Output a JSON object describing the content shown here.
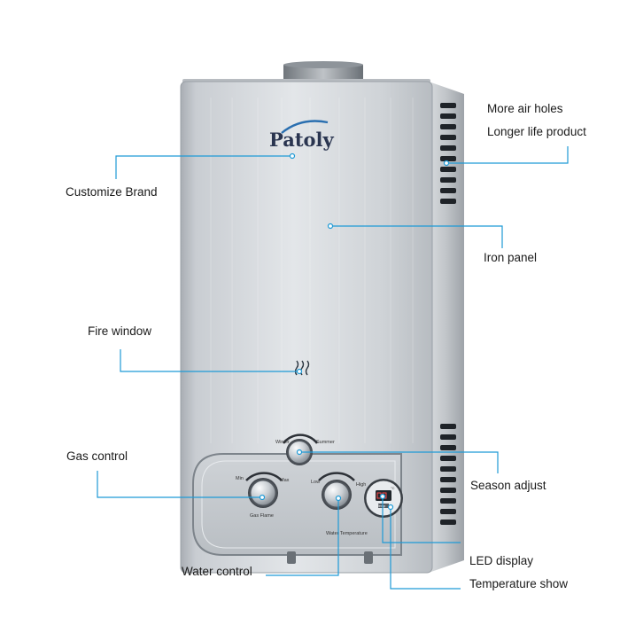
{
  "product": {
    "brand": "Patoly",
    "knob_labels": {
      "season_winter": "Winter",
      "season_summer": "Summer",
      "gas_min": "Min",
      "gas_max": "Max",
      "gas_caption": "Gas Flame",
      "water_low": "Low",
      "water_high": "High",
      "water_caption": "Water Temperature",
      "led_unit": "Temp",
      "led_unit_symbol": "°C"
    }
  },
  "callouts": {
    "more_air_holes": "More air holes",
    "longer_life": "Longer life product",
    "customize_brand": "Customize Brand",
    "iron_panel": "Iron panel",
    "fire_window": "Fire window",
    "gas_control": "Gas control",
    "season_adjust": "Season adjust",
    "water_control": "Water control",
    "led_display": "LED display",
    "temperature_show": "Temperature show"
  },
  "colors": {
    "callout_line": "#1e9ad6",
    "panel_light": "#e4e7ea",
    "panel_mid": "#c6cacf",
    "panel_dark": "#9ca2a8",
    "brand_blue": "#2a6fb0"
  }
}
